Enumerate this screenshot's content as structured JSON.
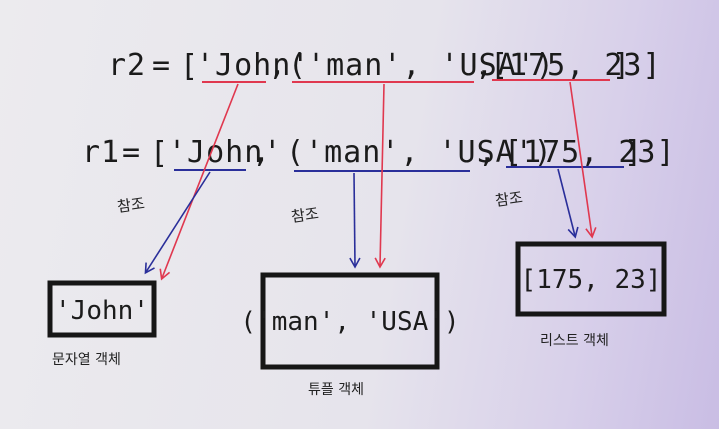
{
  "r2": {
    "name": "r2",
    "equals": "=",
    "open_bracket": "[",
    "item1": "'John'",
    "comma1": ",",
    "item2": "('man', 'USA')",
    "comma2": ",",
    "item3": "[175, 23]",
    "close_bracket": "]"
  },
  "r1": {
    "name": "r1",
    "equals": "=",
    "open_bracket": "[",
    "item1": "'John'",
    "comma1": ",",
    "item2": "('man', 'USA')",
    "comma2": ",",
    "item3": "[175, 23]",
    "close_bracket": "]"
  },
  "ref_labels": {
    "ref1": "참조",
    "ref2": "참조",
    "ref3": "참조"
  },
  "objects": {
    "string_box": "'John'",
    "string_caption": "문자열 객체",
    "tuple_box": "('man', 'USA')",
    "tuple_caption": "튜플 객체",
    "list_box": "[175, 23]",
    "list_caption": "리스트 객체"
  },
  "colors": {
    "r1_arrow": "#2a2f9a",
    "r2_arrow": "#e0384f",
    "ink": "#1b1b1b"
  }
}
